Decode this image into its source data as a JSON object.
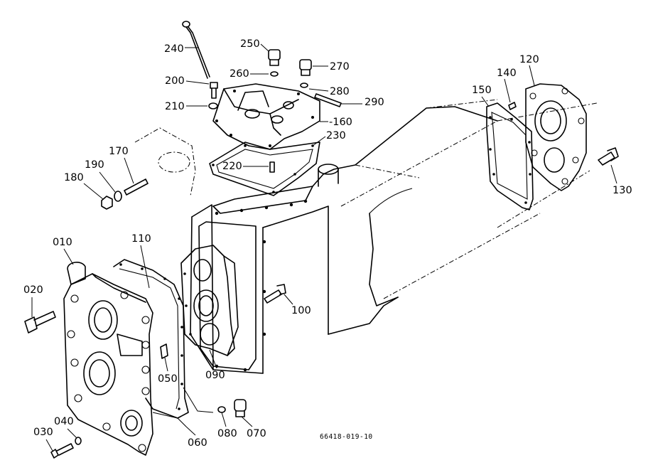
{
  "diagram": {
    "drawing_code": "66418-019-10",
    "callouts": [
      {
        "id": "p240",
        "label": "240"
      },
      {
        "id": "p250",
        "label": "250"
      },
      {
        "id": "p270",
        "label": "270"
      },
      {
        "id": "p120",
        "label": "120"
      },
      {
        "id": "p140",
        "label": "140"
      },
      {
        "id": "p260",
        "label": "260"
      },
      {
        "id": "p200",
        "label": "200"
      },
      {
        "id": "p280",
        "label": "280"
      },
      {
        "id": "p150",
        "label": "150"
      },
      {
        "id": "p290",
        "label": "290"
      },
      {
        "id": "p210",
        "label": "210"
      },
      {
        "id": "p160",
        "label": "-160"
      },
      {
        "id": "p230",
        "label": "230"
      },
      {
        "id": "p170",
        "label": "170"
      },
      {
        "id": "p190",
        "label": "190"
      },
      {
        "id": "p220",
        "label": "220"
      },
      {
        "id": "p180",
        "label": "180"
      },
      {
        "id": "p130",
        "label": "130"
      },
      {
        "id": "p010",
        "label": "010"
      },
      {
        "id": "p110",
        "label": "110"
      },
      {
        "id": "p020",
        "label": "020"
      },
      {
        "id": "p100",
        "label": "100"
      },
      {
        "id": "p050",
        "label": "050"
      },
      {
        "id": "p090",
        "label": "090"
      },
      {
        "id": "p030",
        "label": "030"
      },
      {
        "id": "p040",
        "label": "040"
      },
      {
        "id": "p060",
        "label": "060"
      },
      {
        "id": "p080",
        "label": "080"
      },
      {
        "id": "p070",
        "label": "070"
      }
    ]
  }
}
